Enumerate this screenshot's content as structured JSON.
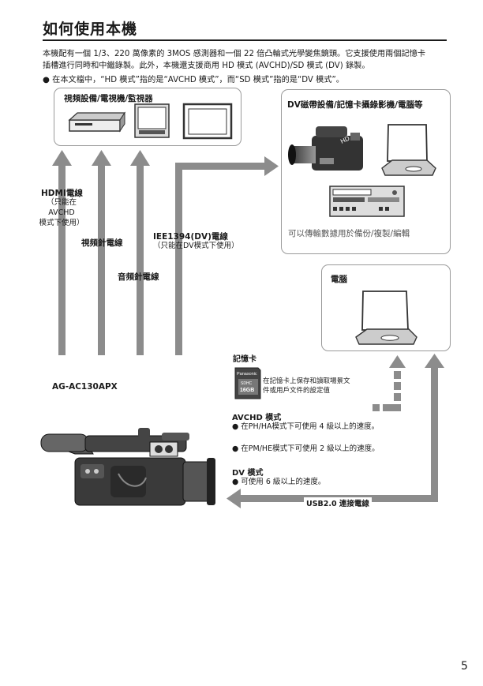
{
  "page": {
    "title": "如何使用本機",
    "intro_line1": "本機配有一個 1/3、220 萬像素的 3MOS 感測器和一個 22 倍凸輪式光學變焦鏡頭。它支援使用兩個記憶卡",
    "intro_line2": "插槽進行同時和中繼錄製。此外，本機還支援商用 HD 模式 (AVCHD)/SD 模式 (DV) 錄製。",
    "bullet": "● 在本文檔中，“HD 模式”指的是“AVCHD 模式”，而“SD 模式”指的是“DV 模式”。",
    "page_number": "5"
  },
  "diagram": {
    "video_box_label": "視頻設備/電視機/監視器",
    "dv_box_label": "DV磁帶設備/記憶卡攝錄影機/電腦等",
    "dv_box_note": "可以傳輸數據用於備份/複製/編輯",
    "pc_box_label": "電腦",
    "hdmi_label": "HDMI電線",
    "hdmi_note_1": "（只能在",
    "hdmi_note_2": "AVCHD",
    "hdmi_note_3": "模式下使用）",
    "video_cable_label": "視頻針電線",
    "audio_cable_label": "音頻針電線",
    "ieee_label": "IEE1394(DV)電線",
    "ieee_note": "（只能在DV模式下使用）",
    "camera_model": "AG-AC130APX",
    "card_label": "記憶卡",
    "card_note_1": "在記憶卡上保存和讀取場景文",
    "card_note_2": "件或用戶文件的設定值",
    "card_brand": "Panasonic",
    "card_capacity": "16GB",
    "card_type": "SDHC",
    "avchd_title": "AVCHD 模式",
    "avchd_line1": "● 在PH/HA模式下可使用  4  級以上的速度。",
    "avchd_line2": "● 在PM/HE模式下可使用  2  級以上的速度。",
    "dv_title": "DV 模式",
    "dv_line1": "● 可使用  6  級以上的速度。",
    "usb_label": "USB2.0 連接電線",
    "camcorder_badge": "HD"
  },
  "colors": {
    "arrow": "#8c8c8c",
    "box_border": "#9a9a9a",
    "text": "#1a1a1a"
  }
}
